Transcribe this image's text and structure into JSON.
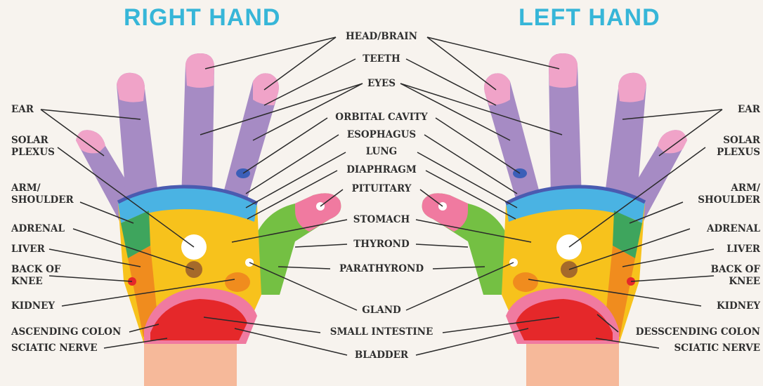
{
  "titles": {
    "right_hand": "RIGHT HAND",
    "left_hand": "LEFT HAND"
  },
  "labels": {
    "head_brain": "HEAD/BRAIN",
    "teeth": "TEETH",
    "eyes": "EYES",
    "orbital_cavity": "ORBITAL CAVITY",
    "esophagus": "ESOPHAGUS",
    "lung": "LUNG",
    "diaphragm": "DIAPHRAGM",
    "pituitary": "PITUITARY",
    "stomach": "STOMACH",
    "thyrond": "THYROND",
    "parathyrond": "PARATHYROND",
    "gland": "GLAND",
    "small_intestine": "SMALL INTESTINE",
    "bladder": "BLADDER",
    "right_ear": "EAR",
    "right_solar_plexus": "SOLAR\nPLEXUS",
    "right_arm_shoulder": "ARM/\nSHOULDER",
    "right_adrenal": "ADRENAL",
    "right_liver": "LIVER",
    "right_back_of_knee": "BACK OF\nKNEE",
    "right_kidney": "KIDNEY",
    "ascending_colon": "ASCENDING COLON",
    "right_sciatic_nerve": "SCIATIC NERVE",
    "left_ear": "EAR",
    "left_solar_plexus": "SOLAR\nPLEXUS",
    "left_arm_shoulder": "ARM/\nSHOULDER",
    "left_adrenal": "ADRENAL",
    "left_liver": "LIVER",
    "left_back_of_knee": "BACK OF\nKNEE",
    "left_kidney": "KIDNEY",
    "desscending_colon": "DESSCENDING COLON",
    "left_sciatic_nerve": "SCIATIC NERVE"
  },
  "colors": {
    "background": "#f7f3ee",
    "title": "#37b6d8",
    "fingertip": "#f0a3c8",
    "fingers": "#a68bc4",
    "eye_spot": "#3b5fb8",
    "blue_band": "#4ab3e3",
    "dark_band": "#4a5bb0",
    "green": "#3ea55d",
    "thumb_green": "#74c043",
    "yellow": "#f7c21c",
    "orange": "#f08c1e",
    "red_zone": "#e5282a",
    "pink_zone": "#f07aa0",
    "wrist": "#f6b99a",
    "adrenal": "#a56a2a",
    "solar_plexus": "#ffffff",
    "leader_line": "#2a2a2a"
  }
}
